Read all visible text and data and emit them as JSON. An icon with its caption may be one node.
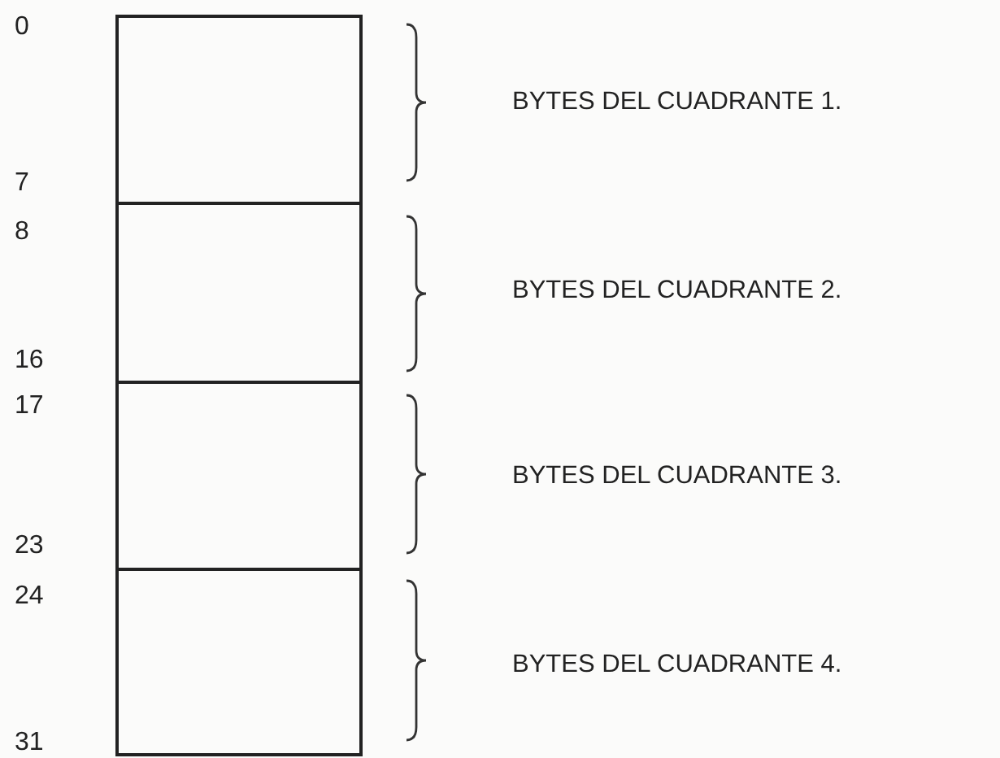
{
  "diagram": {
    "nodes": [
      {
        "text": [],
        "shape": "box"
      },
      {
        "text": [],
        "shape": "box"
      },
      {
        "text": [],
        "shape": "box"
      },
      {
        "text": [],
        "shape": "box"
      }
    ],
    "labels": [
      "0",
      "BYTES DEL CUADRANTE 1.",
      "7",
      "8",
      "BYTES DEL CUADRANTE 2.",
      "16",
      "17",
      "BYTES DEL CUADRANTE 3.",
      "23",
      "24",
      "BYTES DEL CUADRANTE 4.",
      "31"
    ]
  }
}
